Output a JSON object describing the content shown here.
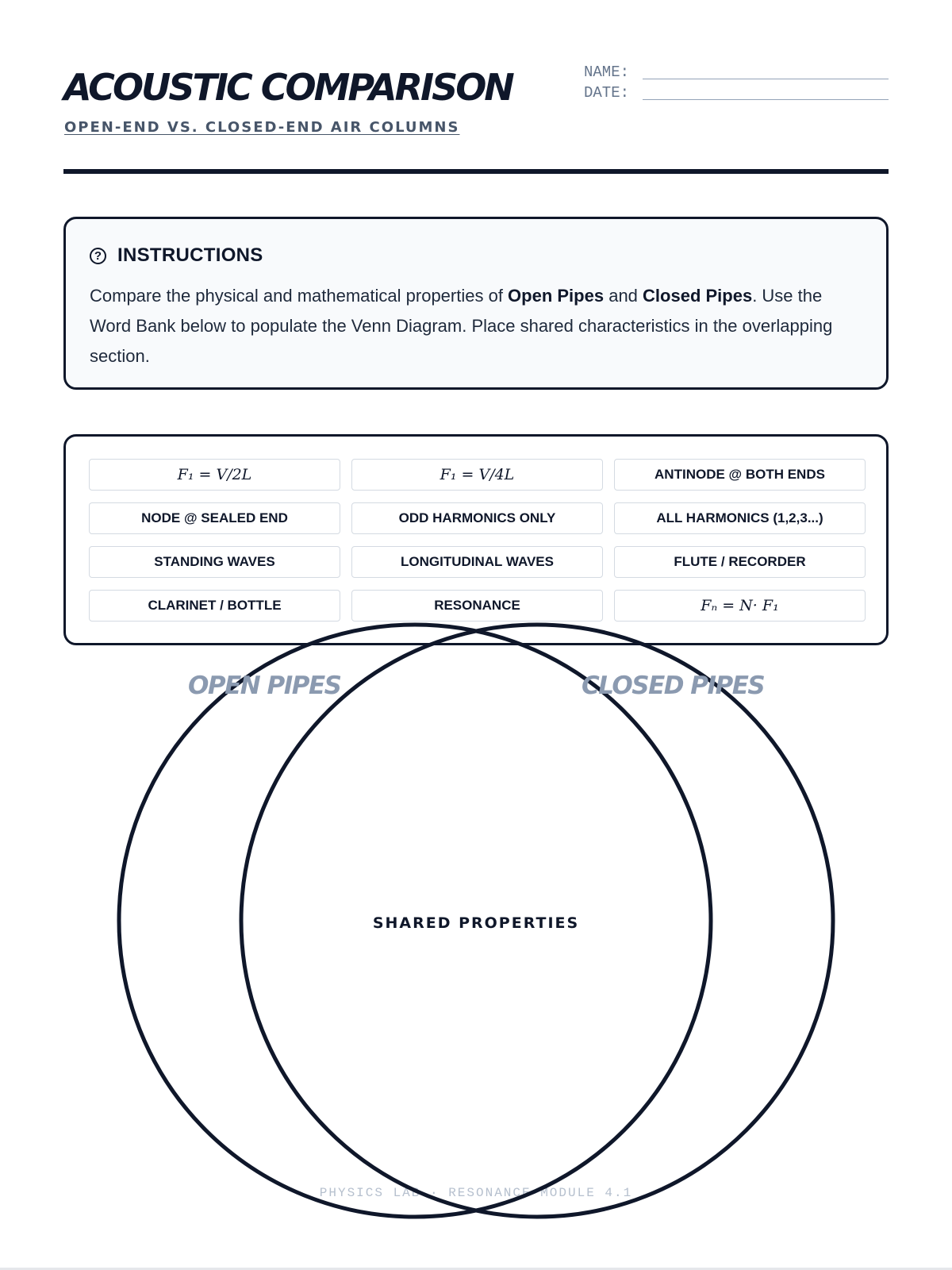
{
  "header": {
    "title": "ACOUSTIC COMPARISON",
    "subtitle": "OPEN-END VS. CLOSED-END AIR COLUMNS",
    "name_label": "NAME:",
    "date_label": "DATE:"
  },
  "instructions": {
    "icon": "question-circle-icon",
    "title": "INSTRUCTIONS",
    "text_1": "Compare the physical and mathematical properties of ",
    "bold_1": "Open Pipes",
    "text_2": " and ",
    "bold_2": "Closed Pipes",
    "text_3": ". Use the Word Bank below to populate the Venn Diagram. Place shared characteristics in the overlapping section."
  },
  "word_bank": [
    {
      "label": "F₁ = V/2L",
      "math": true
    },
    {
      "label": "F₁ = V/4L",
      "math": true
    },
    {
      "label": "ANTINODE @ BOTH ENDS",
      "math": false
    },
    {
      "label": "NODE @ SEALED END",
      "math": false
    },
    {
      "label": "ODD HARMONICS ONLY",
      "math": false
    },
    {
      "label": "ALL HARMONICS (1,2,3...)",
      "math": false
    },
    {
      "label": "STANDING WAVES",
      "math": false
    },
    {
      "label": "LONGITUDINAL WAVES",
      "math": false
    },
    {
      "label": "FLUTE / RECORDER",
      "math": false
    },
    {
      "label": "CLARINET / BOTTLE",
      "math": false
    },
    {
      "label": "RESONANCE",
      "math": false
    },
    {
      "label": "Fₙ = N· F₁",
      "math": true
    }
  ],
  "venn": {
    "left_label": "OPEN PIPES",
    "right_label": "CLOSED PIPES",
    "center_label": "SHARED PROPERTIES"
  },
  "footer": "PHYSICS LAB · RESONANCE MODULE 4.1"
}
